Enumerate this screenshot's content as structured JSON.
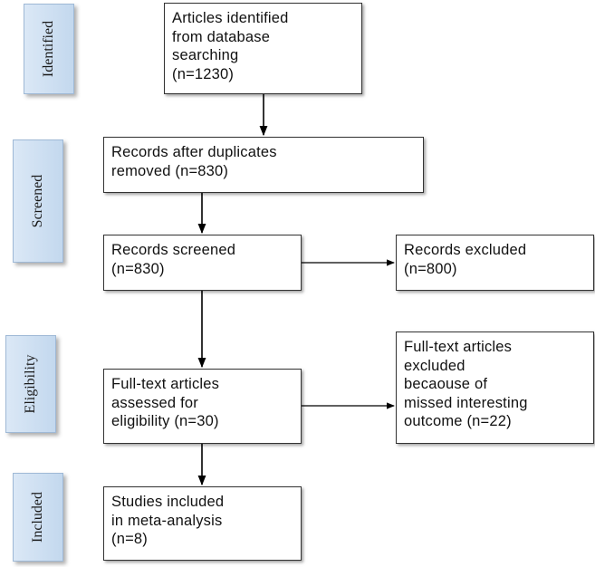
{
  "phases": {
    "identified": "Identified",
    "screened": "Screened",
    "eligibility": "Eligibility",
    "included": "Included"
  },
  "boxes": {
    "identified": "Articles identified\nfrom database\nsearching\n(n=1230)",
    "duplicates_removed": "Records after duplicates\nremoved (n=830)",
    "screened": "Records screened\n(n=830)",
    "excluded": "Records excluded\n(n=800)",
    "fulltext_assessed": "Full-text articles\nassessed for\neligibility (n=30)",
    "fulltext_excluded": "Full-text articles\nexcluded\nbecaouse of\nmissed interesting\noutcome (n=22)",
    "included": "Studies included\nin meta-analysis\n(n=8)"
  },
  "colors": {
    "phase_fill": "#c3d8ee",
    "box_border": "#333333",
    "arrow": "#000000"
  }
}
